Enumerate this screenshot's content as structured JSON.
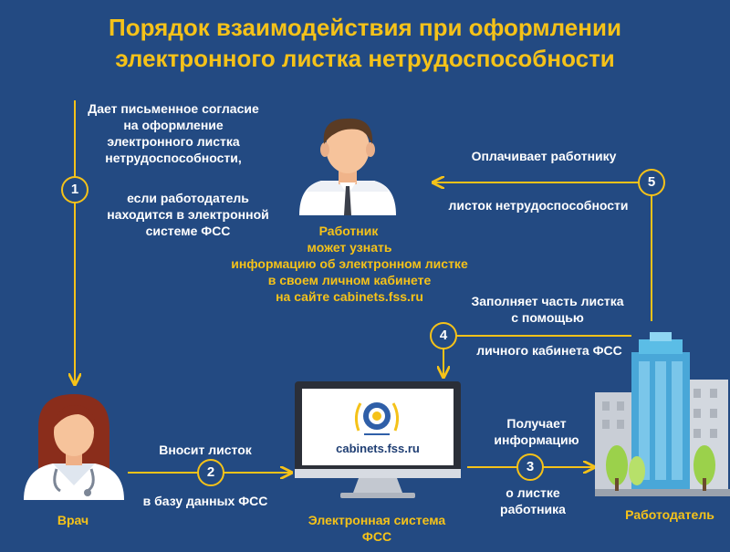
{
  "title": {
    "line1": "Порядок взаимодействия при оформлении",
    "line2": "электронного листка нетрудоспособности"
  },
  "colors": {
    "background": "#234a82",
    "accent": "#f5c219",
    "text": "#ffffff"
  },
  "actors": {
    "worker": {
      "label": "Работник",
      "note": [
        "может узнать",
        "информацию об электронном листке",
        "в своем личном кабинете",
        "на сайте cabinets.fss.ru"
      ]
    },
    "doctor": {
      "label": "Врач"
    },
    "system": {
      "label_line1": "Электронная система",
      "label_line2": "ФСС",
      "screen_text": "cabinets.fss.ru"
    },
    "employer": {
      "label": "Работодатель"
    }
  },
  "steps": [
    {
      "number": "1",
      "text_top": [
        "Дает письменное согласие",
        "на оформление",
        "электронного листка",
        "нетрудоспособности,"
      ],
      "text_bottom": [
        "если работодатель",
        "находится в электронной",
        "системе ФСС"
      ]
    },
    {
      "number": "2",
      "text_top": [
        "Вносит листок"
      ],
      "text_bottom": [
        "в базу данных ФСС"
      ]
    },
    {
      "number": "3",
      "text_top": [
        "Получает",
        "информацию"
      ],
      "text_bottom": [
        "о листке",
        "работника"
      ]
    },
    {
      "number": "4",
      "text_top": [
        "Заполняет часть листка",
        "с помощью"
      ],
      "text_bottom": [
        "личного кабинета ФСС"
      ]
    },
    {
      "number": "5",
      "text_top": [
        "Оплачивает работнику"
      ],
      "text_bottom": [
        "листок нетрудоспособности"
      ]
    }
  ]
}
